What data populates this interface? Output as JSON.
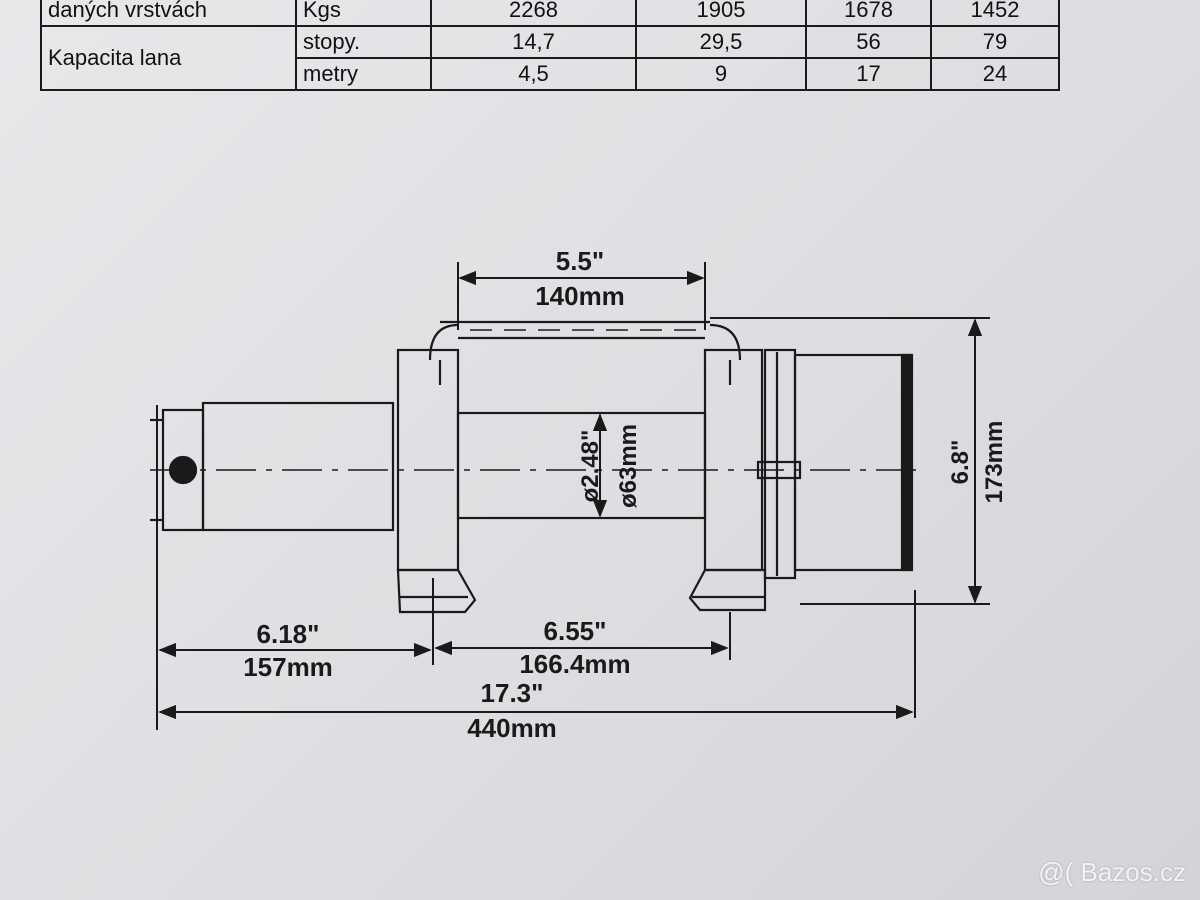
{
  "spec_table": {
    "row_load": {
      "label": "daných vrstvách",
      "unit": "Kgs",
      "values": [
        "2268",
        "1905",
        "1678",
        "1452"
      ]
    },
    "row_capacity_label": "Kapacita lana",
    "row_feet": {
      "unit": "stopy.",
      "values": [
        "14,7",
        "29,5",
        "56",
        "79"
      ]
    },
    "row_meters": {
      "unit": "metry",
      "values": [
        "4,5",
        "9",
        "17",
        "24"
      ]
    }
  },
  "dimensions": {
    "drum_width_in": "5.5\"",
    "drum_width_mm": "140mm",
    "drum_diameter_in": "ø2.48\"",
    "drum_diameter_mm": "ø63mm",
    "height_in": "6.8\"",
    "height_mm": "173mm",
    "motor_side_in": "6.18\"",
    "motor_side_mm": "157mm",
    "flange_span_in": "6.55\"",
    "flange_span_mm": "166.4mm",
    "overall_in": "17.3\"",
    "overall_mm": "440mm"
  },
  "watermark": "@( Bazos.cz"
}
